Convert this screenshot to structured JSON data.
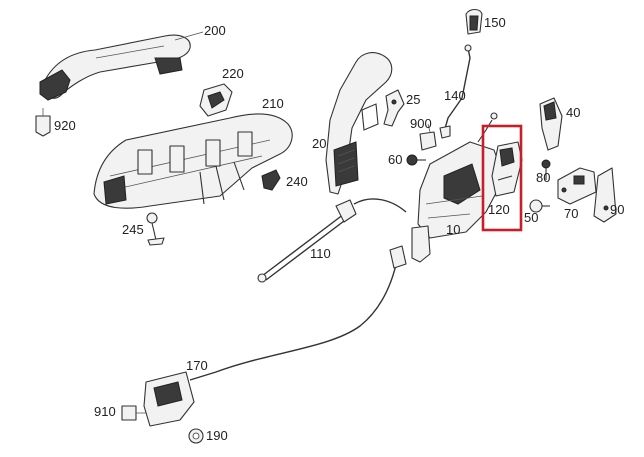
{
  "diagram": {
    "part_numbers": {
      "p200": "200",
      "p150": "150",
      "p220": "220",
      "p920": "920",
      "p210": "210",
      "p140": "140",
      "p25": "25",
      "p40": "40",
      "p20": "20",
      "p900": "900",
      "p60": "60",
      "p240": "240",
      "p120": "120",
      "p80": "80",
      "p50": "50",
      "p70": "70",
      "p90": "90",
      "p10": "10",
      "p245": "245",
      "p110": "110",
      "p170": "170",
      "p910": "910",
      "p190": "190"
    },
    "highlight_color": "#c81e2a",
    "highlighted_part": "120"
  }
}
